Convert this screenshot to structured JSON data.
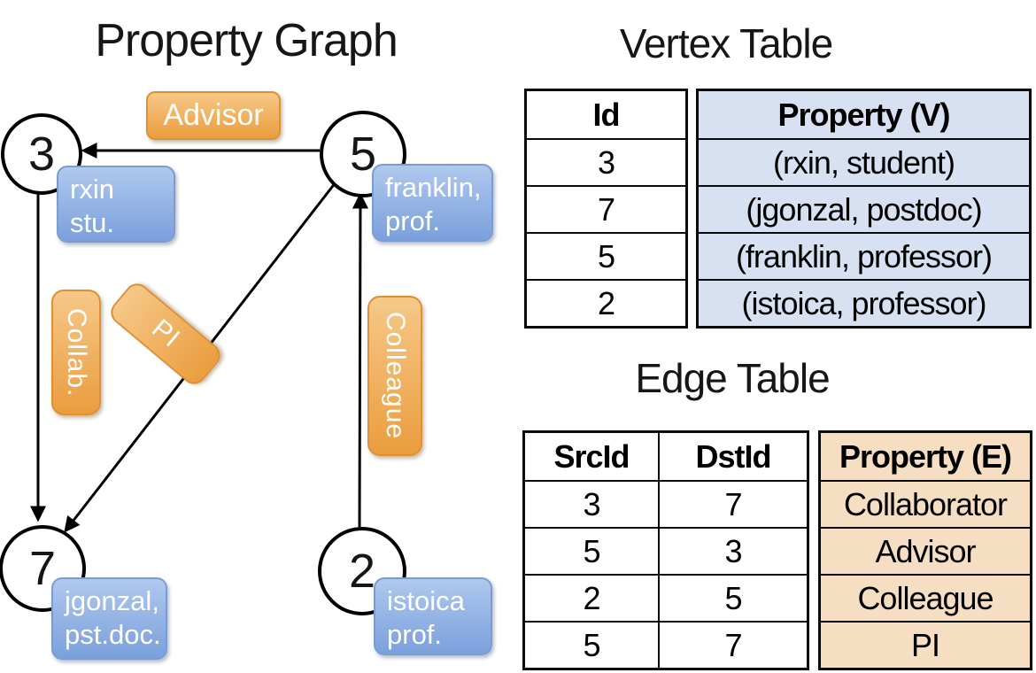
{
  "graph": {
    "title": "Property Graph",
    "nodes": {
      "n3": "3",
      "n5": "5",
      "n7": "7",
      "n2": "2"
    },
    "properties": {
      "rxin": {
        "line1": "rxin",
        "line2": "stu."
      },
      "franklin": {
        "line1": "franklin,",
        "line2": "prof."
      },
      "jgonzal": {
        "line1": "jgonzal,",
        "line2": "pst.doc."
      },
      "istoica": {
        "line1": "istoica",
        "line2": "prof."
      }
    },
    "edge_labels": {
      "advisor": "Advisor",
      "collab": "Collab.",
      "pi": "PI",
      "colleague": "Colleague"
    }
  },
  "vertex_table": {
    "title": "Vertex Table",
    "headers": {
      "id": "Id",
      "property": "Property (V)"
    },
    "rows": [
      {
        "id": "3",
        "property": "(rxin, student)"
      },
      {
        "id": "7",
        "property": "(jgonzal, postdoc)"
      },
      {
        "id": "5",
        "property": "(franklin, professor)"
      },
      {
        "id": "2",
        "property": "(istoica, professor)"
      }
    ]
  },
  "edge_table": {
    "title": "Edge Table",
    "headers": {
      "src": "SrcId",
      "dst": "DstId",
      "property": "Property (E)"
    },
    "rows": [
      {
        "src": "3",
        "dst": "7",
        "property": "Collaborator"
      },
      {
        "src": "5",
        "dst": "3",
        "property": "Advisor"
      },
      {
        "src": "2",
        "dst": "5",
        "property": "Colleague"
      },
      {
        "src": "5",
        "dst": "7",
        "property": "PI"
      }
    ]
  },
  "colors": {
    "vertex_cell_fill": "#d8e1f2",
    "edge_cell_fill": "#f6dec2",
    "label_orange_top": "#f6c888",
    "label_orange_bottom": "#eb9d3e",
    "property_blue_top": "#afc8ee",
    "property_blue_bottom": "#7ba0dc",
    "line_color": "#000000"
  }
}
